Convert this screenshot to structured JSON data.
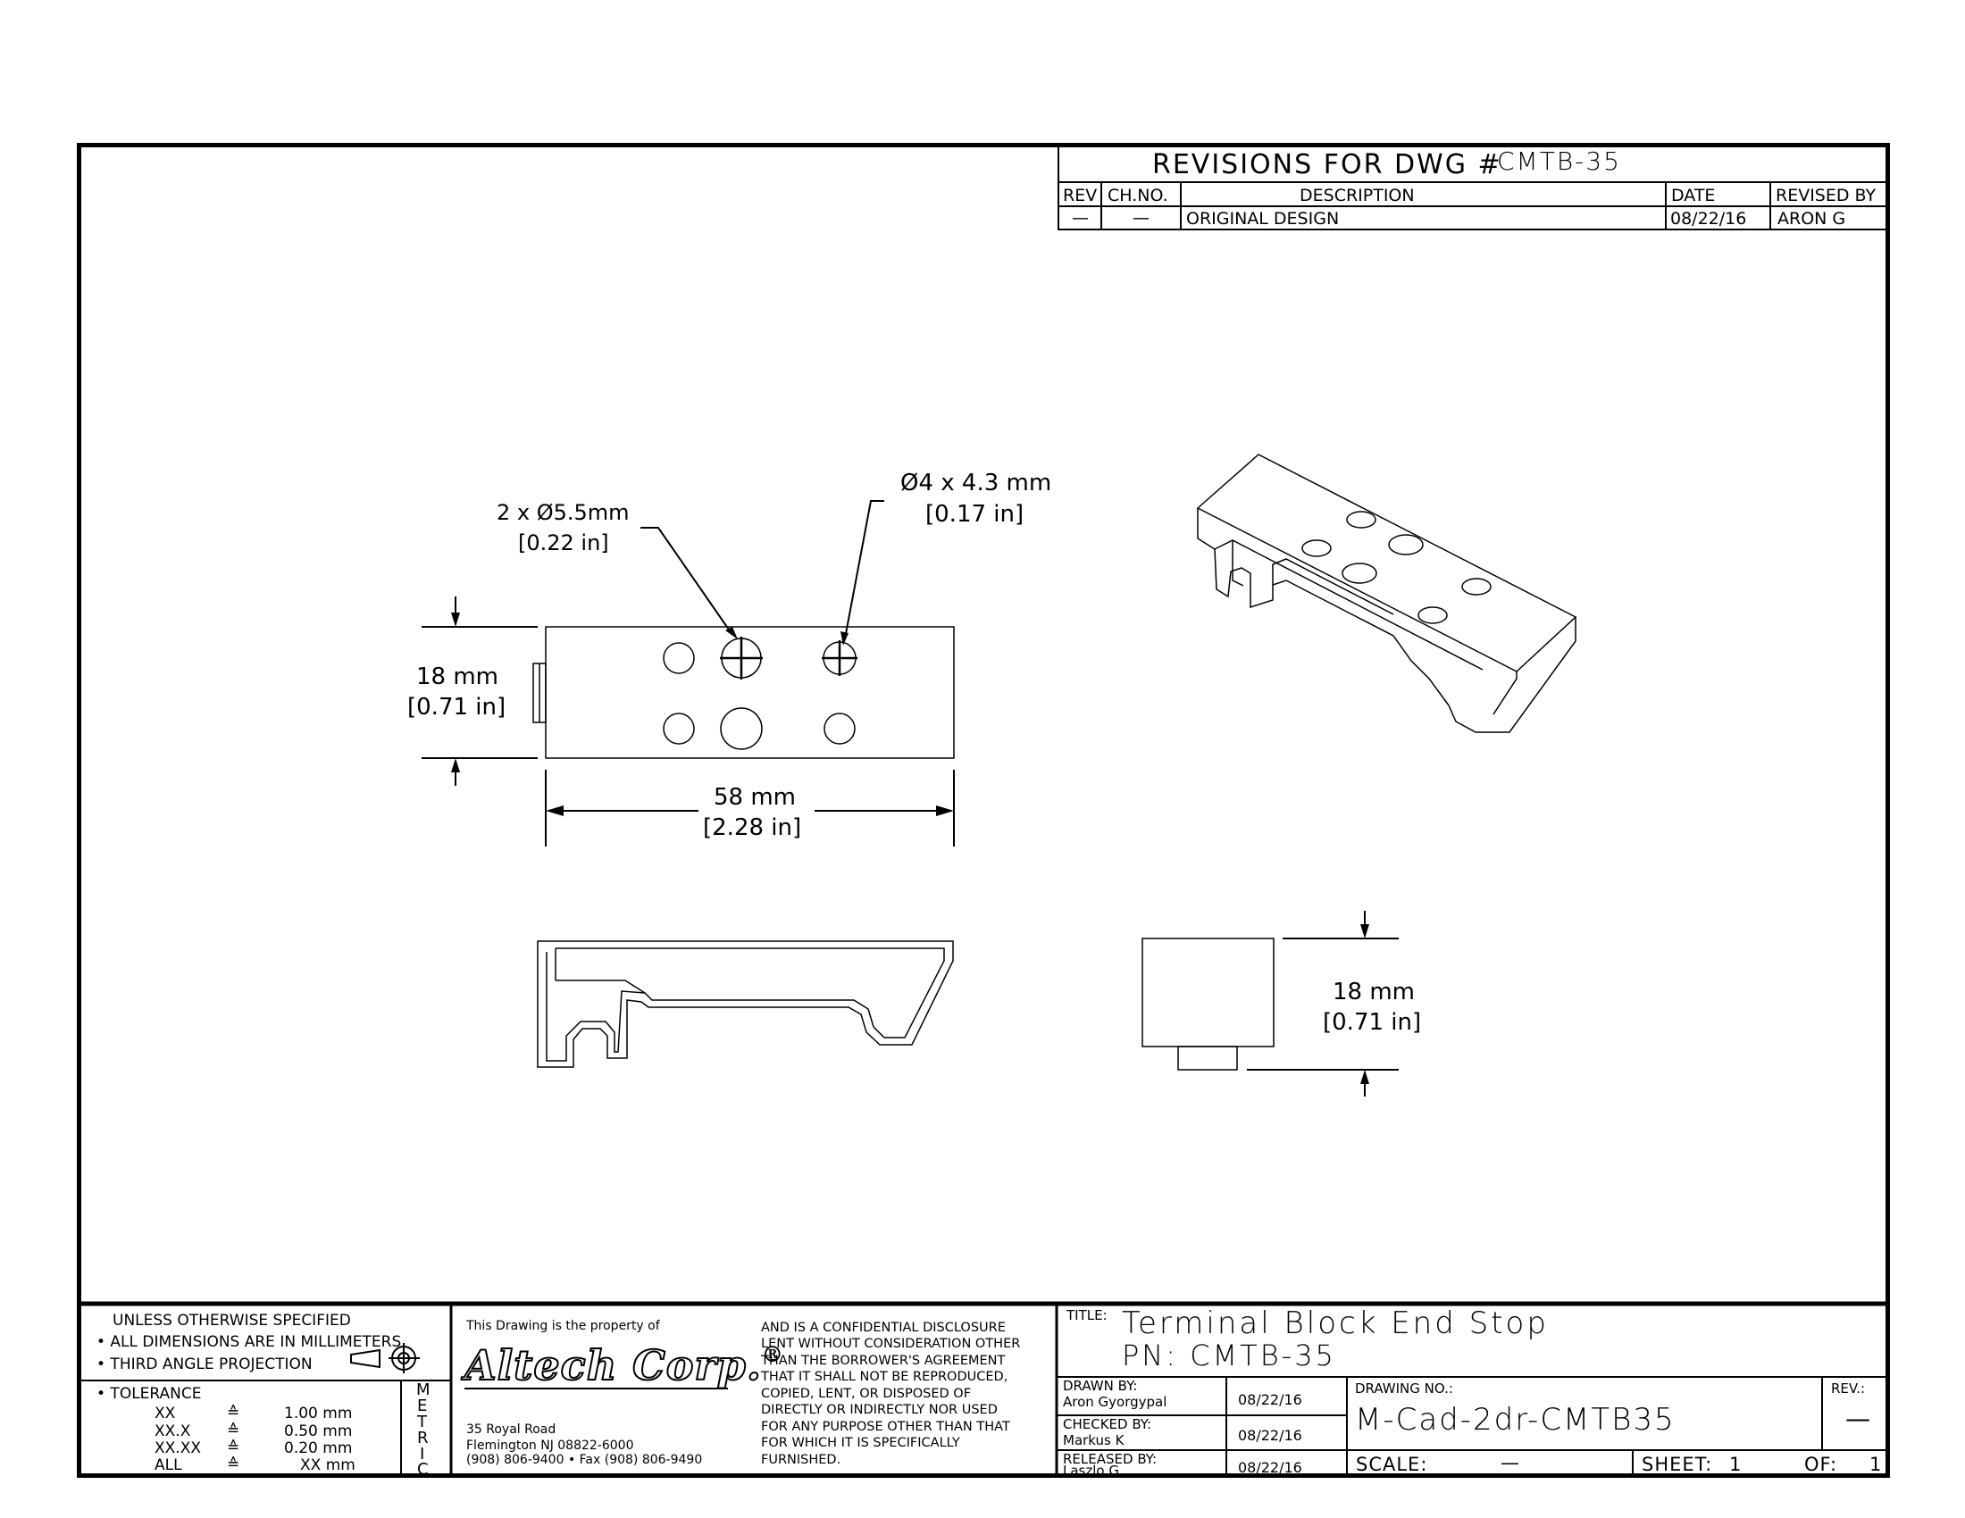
{
  "revisions": {
    "header": "REVISIONS FOR DWG #",
    "dwg_number": "CMTB-35",
    "columns": [
      "REV",
      "CH.NO.",
      "DESCRIPTION",
      "DATE",
      "REVISED BY"
    ],
    "rows": [
      {
        "rev": "—",
        "ch_no": "—",
        "description": "ORIGINAL DESIGN",
        "date": "08/22/16",
        "revised_by": "ARON G"
      }
    ]
  },
  "dimensions": {
    "hole_large_line1": "2 x Ø5.5mm",
    "hole_large_line2": "[0.22 in]",
    "hole_small_line1": "Ø4 x 4.3 mm",
    "hole_small_line2": "[0.17 in]",
    "height_mm": "18 mm",
    "height_in": "[0.71 in]",
    "length_mm": "58 mm",
    "length_in": "[2.28 in]",
    "side_height_mm": "18 mm",
    "side_height_in": "[0.71 in]"
  },
  "notes": {
    "unless": "UNLESS OTHERWISE SPECIFIED",
    "dims_mm": "• ALL DIMENSIONS ARE IN MILLIMETERS",
    "projection": "• THIRD ANGLE PROJECTION",
    "tolerance_label": "• TOLERANCE",
    "tolerances": [
      {
        "key": "XX",
        "sym": "≙",
        "val": "1.00 mm"
      },
      {
        "key": "XX.X",
        "sym": "≙",
        "val": "0.50 mm"
      },
      {
        "key": "XX.XX",
        "sym": "≙",
        "val": "0.20 mm"
      },
      {
        "key": "ALL",
        "sym": "≙",
        "val": "XX mm"
      }
    ],
    "metric_letters": [
      "M",
      "E",
      "T",
      "R",
      "I",
      "C"
    ]
  },
  "company": {
    "property_of": "This Drawing is the property of",
    "logo_text": "Altech Corp.",
    "logo_mark": "®",
    "address1": "35 Royal Road",
    "address2": "Flemington NJ 08822-6000",
    "phone": "(908) 806-9400 • Fax (908) 806-9490",
    "disclosure": [
      "AND IS A CONFIDENTIAL DISCLOSURE",
      "LENT WITHOUT CONSIDERATION OTHER",
      "THAN THE BORROWER'S AGREEMENT",
      "THAT IT SHALL NOT BE REPRODUCED,",
      "COPIED, LENT, OR DISPOSED OF",
      "DIRECTLY OR INDIRECTLY NOR USED",
      "FOR ANY PURPOSE OTHER THAN THAT",
      "FOR WHICH IT IS SPECIFICALLY",
      "FURNISHED."
    ]
  },
  "title_block": {
    "title_label": "TITLE:",
    "title": "Terminal Block End Stop",
    "pn": "PN: CMTB-35",
    "drawn_label": "DRAWN BY:",
    "drawn_by": "Aron Gyorgypal",
    "drawn_date": "08/22/16",
    "checked_label": "CHECKED BY:",
    "checked_by": "Markus K",
    "checked_date": "08/22/16",
    "released_label": "RELEASED BY:",
    "released_by": "Laszlo G",
    "released_date": "08/22/16",
    "drawing_no_label": "DRAWING NO.:",
    "drawing_no": "M-Cad-2dr-CMTB35",
    "rev_label": "REV.:",
    "rev": "—",
    "scale_label": "SCALE:",
    "scale": "—",
    "sheet_label": "SHEET:",
    "sheet": "1",
    "of_label": "OF:",
    "of": "1"
  }
}
